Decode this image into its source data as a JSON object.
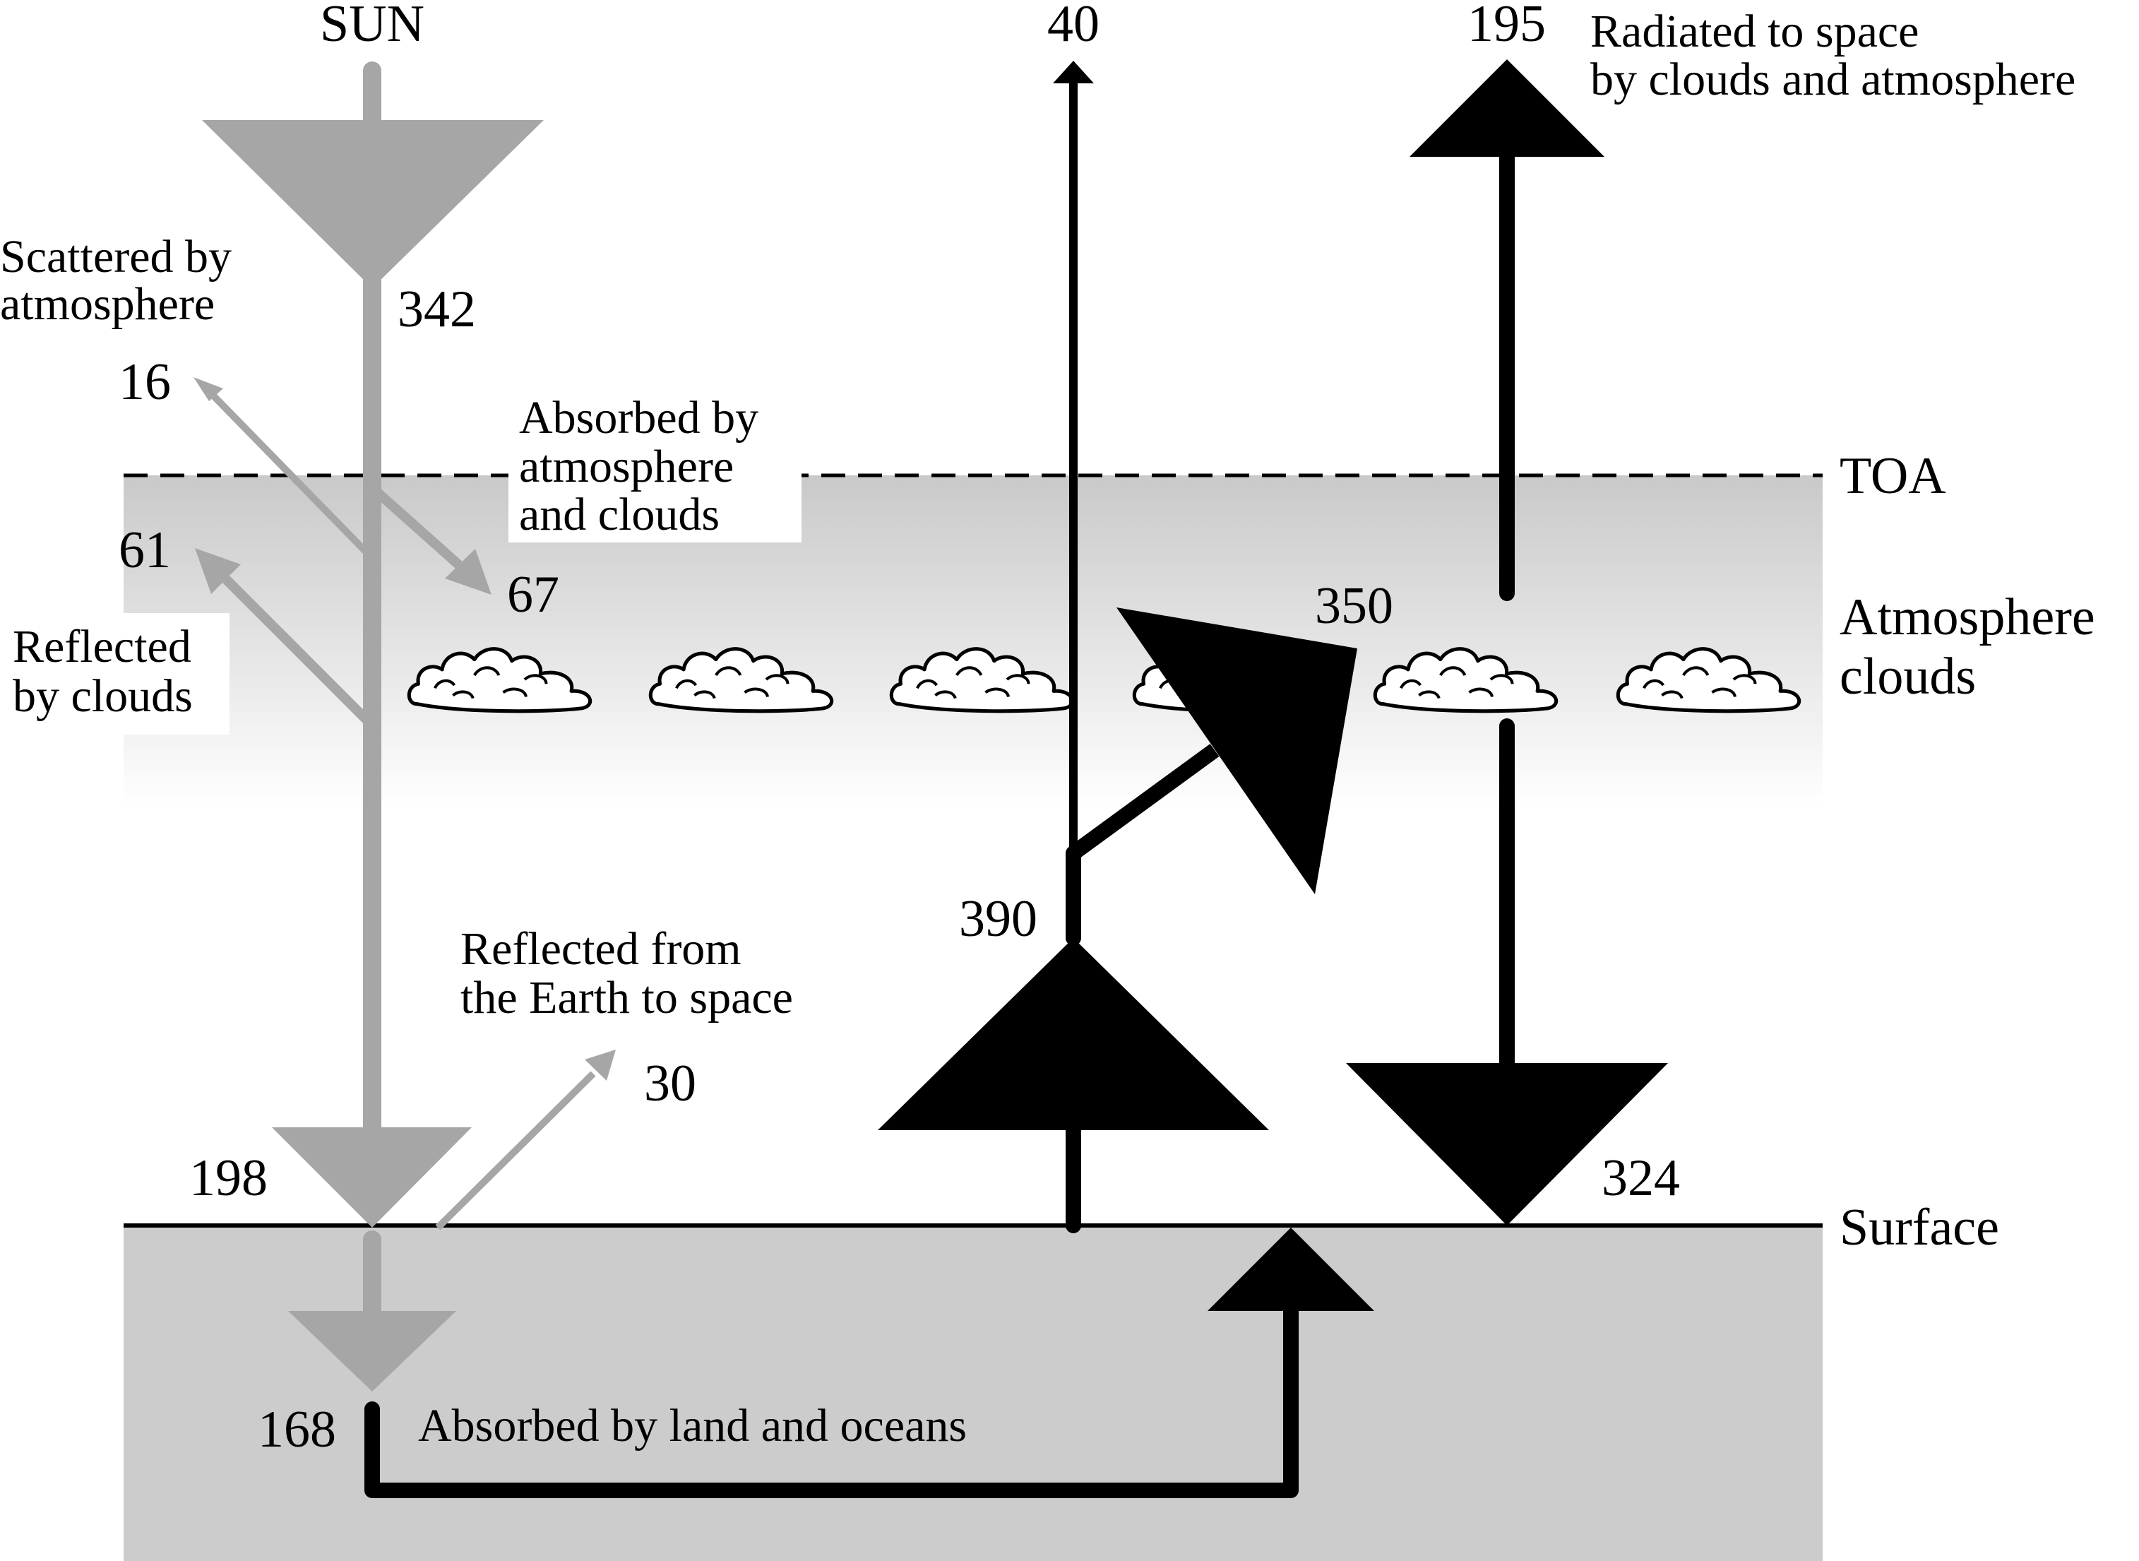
{
  "labels": {
    "sun": "SUN",
    "toa": "TOA",
    "atmosphere_line1": "Atmosphere",
    "atmosphere_line2": "clouds",
    "surface": "Surface",
    "scattered_line1": "Scattered by",
    "scattered_line2": "atmosphere",
    "reflected_clouds_line1": "Reflected",
    "reflected_clouds_line2": "by clouds",
    "absorbed_atm_line1": "Absorbed by",
    "absorbed_atm_line2": "atmosphere",
    "absorbed_atm_line3": "and clouds",
    "reflected_earth_line1": "Reflected from",
    "reflected_earth_line2": "the Earth to space",
    "radiated_line1": "Radiated to space",
    "radiated_line2": "by clouds and atmosphere",
    "absorbed_land": "Absorbed by land and oceans"
  },
  "values": {
    "incoming_solar": "342",
    "scattered_by_atmosphere": "16",
    "reflected_by_clouds": "61",
    "absorbed_by_atmosphere": "67",
    "reflected_from_earth": "30",
    "reaching_surface": "198",
    "absorbed_by_surface": "168",
    "surface_emission": "390",
    "atmospheric_window": "40",
    "absorbed_by_atmosphere_lw": "350",
    "radiated_to_space": "195",
    "back_radiation": "324"
  },
  "colors": {
    "solar_arrow": "#a6a6a6",
    "infrared_arrow": "#000000",
    "ground": "#cccccc",
    "atmosphere_top": "#c9c9c9"
  }
}
